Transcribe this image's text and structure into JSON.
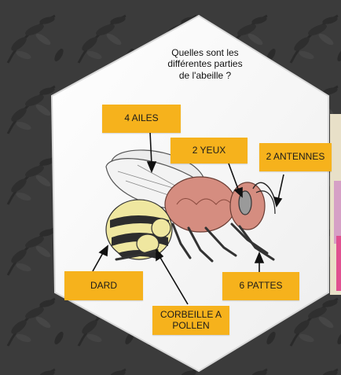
{
  "question": {
    "line1": "Quelles sont les",
    "line2": "différentes parties",
    "line3": "de l'abeille ?"
  },
  "labels": {
    "ailes": "4 AILES",
    "yeux": "2 YEUX",
    "antennes": "2 ANTENNES",
    "dard": "DARD",
    "pattes": "6 PATTES",
    "corbeille": "CORBEILLE A\nPOLLEN"
  },
  "colors": {
    "label_bg": "#f6b21c",
    "paper": "#fafafa",
    "background": "#3a3a3a",
    "bee_thorax": "#d58d80",
    "bee_stripe_yellow": "#efe7a0",
    "bee_stripe_dark": "#2d2d2d"
  }
}
